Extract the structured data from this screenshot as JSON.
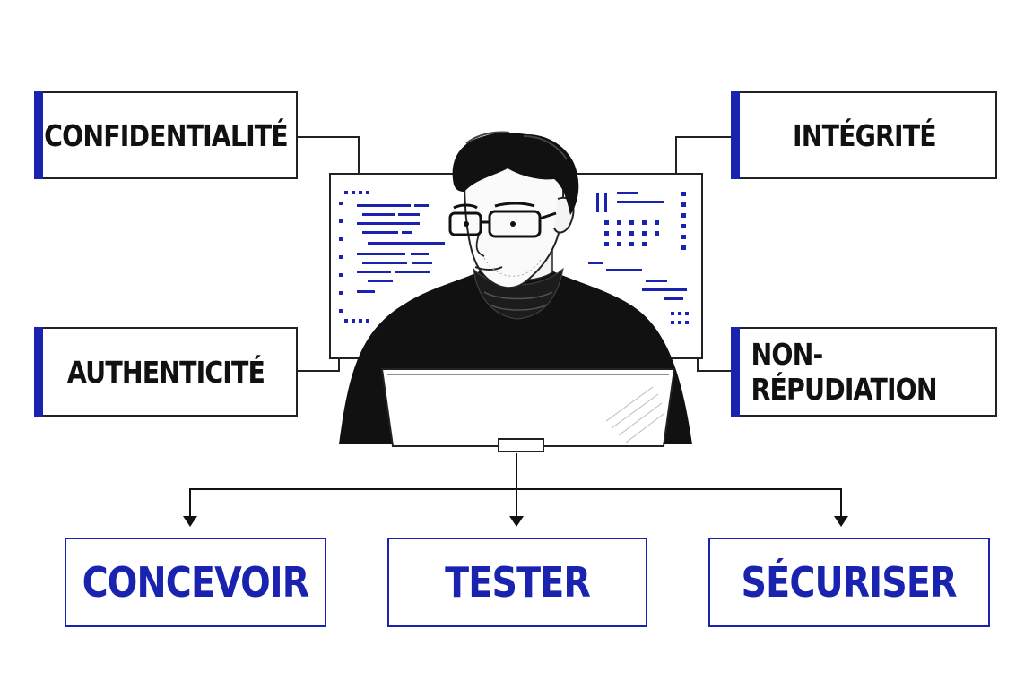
{
  "colors": {
    "accent": "#1a23b0",
    "ink": "#111111",
    "background": "#ffffff"
  },
  "pillars": {
    "confidentiality": "CONFIDENTIALITÉ",
    "integrity": "INTÉGRITÉ",
    "authenticity": "AUTHENTICITÉ",
    "non_repudiation": "NON-RÉPUDIATION"
  },
  "actions": {
    "design": "CONCEVOIR",
    "test": "TESTER",
    "secure": "SÉCURISER"
  },
  "icons": [
    "person-at-laptop-illustration",
    "code-monitor-icon",
    "down-arrow-icon"
  ]
}
